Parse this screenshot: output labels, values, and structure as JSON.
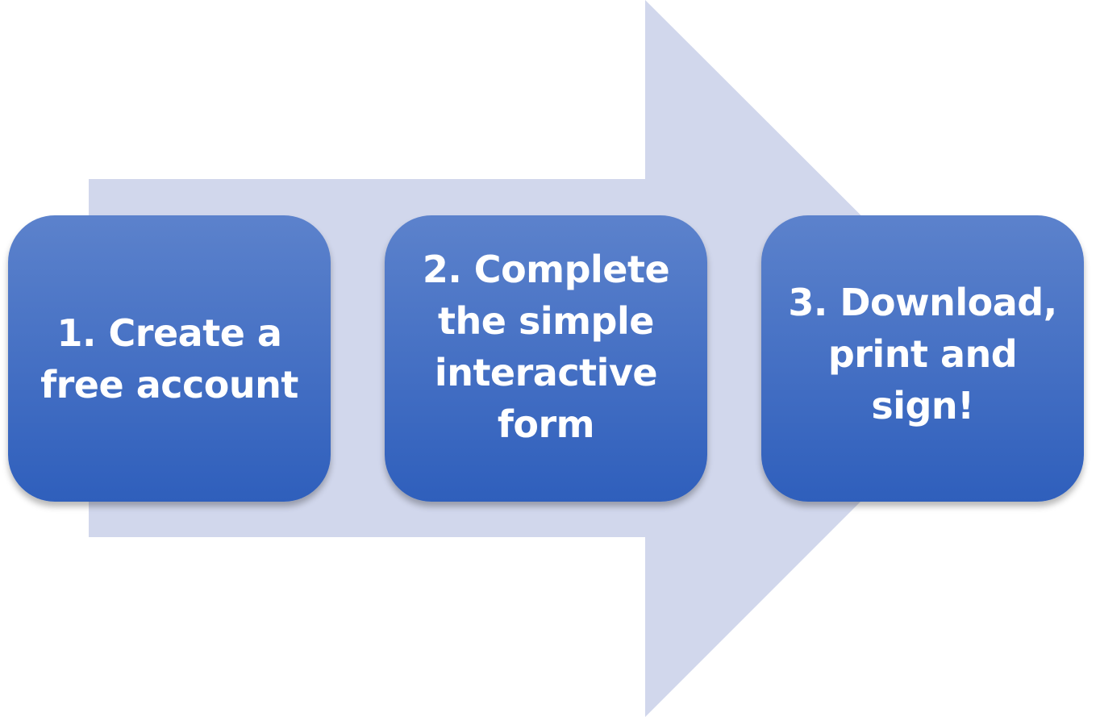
{
  "colors": {
    "arrow_fill": "#d1d7ec",
    "step_fill_top": "#5c82cc",
    "step_fill_bottom": "#2f5fbc",
    "step_text": "#ffffff"
  },
  "arrow": {
    "icon": "right-arrow-shape"
  },
  "steps": [
    {
      "label": "1. Create a\nfree account"
    },
    {
      "label": "2. Complete\nthe simple\ninteractive\nform"
    },
    {
      "label": "3. Download,\nprint and\nsign!"
    }
  ]
}
